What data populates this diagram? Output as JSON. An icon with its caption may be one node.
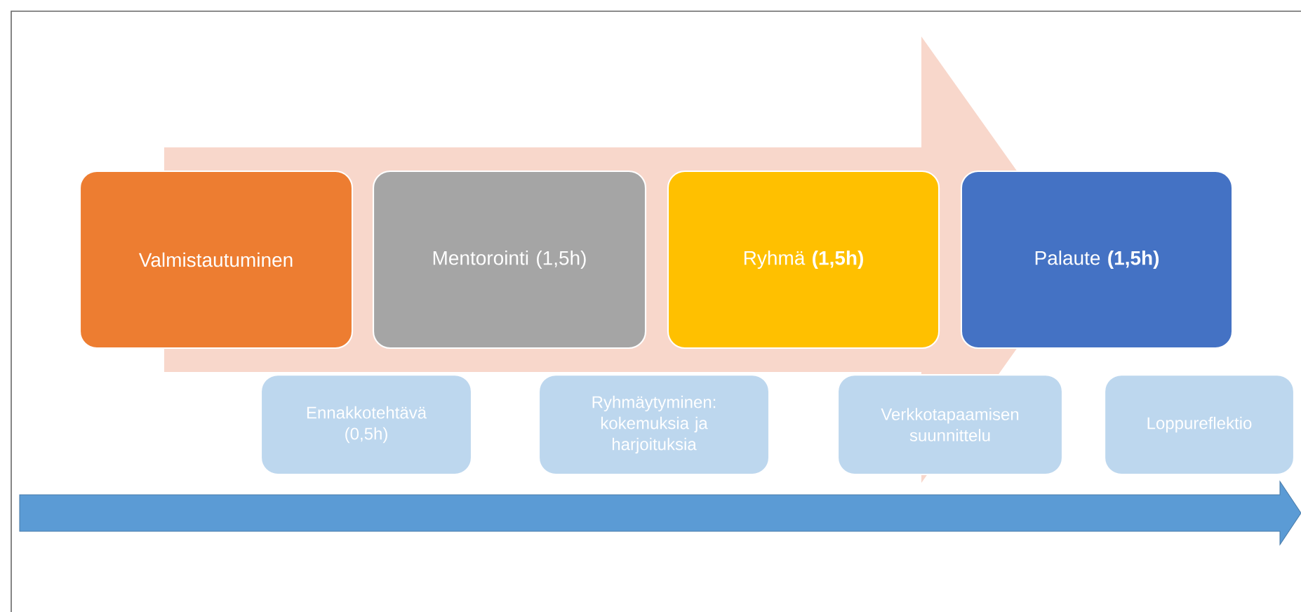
{
  "diagram": {
    "nodes": [
      {
        "text": [
          "Valmistautuminen"
        ]
      },
      {
        "text": [
          "Mentorointi (1,5h)"
        ]
      },
      {
        "text": [
          "Ryhmä **(1,5h)**"
        ]
      },
      {
        "text": [
          "Palaute **(1,5h)**"
        ]
      },
      {
        "text": [
          "Ennakkotehtävä (0,5h)"
        ]
      },
      {
        "text": [
          "Ryhmäytyminen: kokemuksia ja harjoituksia"
        ]
      },
      {
        "text": [
          "Verkkotapaamisen suunnittelu"
        ]
      },
      {
        "text": [
          "Loppureflektio"
        ]
      },
      {
        "text": [],
        "shape": "arrow"
      }
    ],
    "edges": [
      {
        "from": 0,
        "to": 3,
        "arrow": "to",
        "style": "thick",
        "color": "#f8d7cb"
      }
    ]
  }
}
